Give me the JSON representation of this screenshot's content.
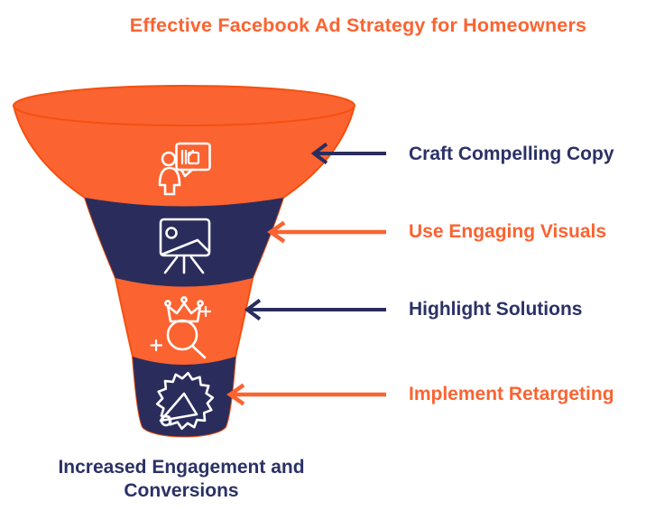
{
  "title": "Effective Facebook Ad Strategy for Homeowners",
  "palette": {
    "orange": "#FB6331",
    "navy": "#2A2D5C",
    "text_navy": "#2B3166",
    "icon_stroke": "#FFFFFF",
    "background": "#FFFFFF"
  },
  "funnel": {
    "stages": [
      {
        "label": "Craft Compelling Copy",
        "icon": "person-presenting-speech-bubble-icon",
        "segment_color": "orange",
        "label_color": "navy",
        "arrow_color": "navy"
      },
      {
        "label": "Use Engaging Visuals",
        "icon": "easel-picture-icon",
        "segment_color": "navy",
        "label_color": "orange",
        "arrow_color": "orange"
      },
      {
        "label": "Highlight Solutions",
        "icon": "crown-magnifier-icon",
        "segment_color": "orange",
        "label_color": "navy",
        "arrow_color": "navy"
      },
      {
        "label": "Implement Retargeting",
        "icon": "megaphone-badge-icon",
        "segment_color": "navy",
        "label_color": "orange",
        "arrow_color": "orange"
      }
    ],
    "caption": "Increased Engagement and Conversions"
  }
}
